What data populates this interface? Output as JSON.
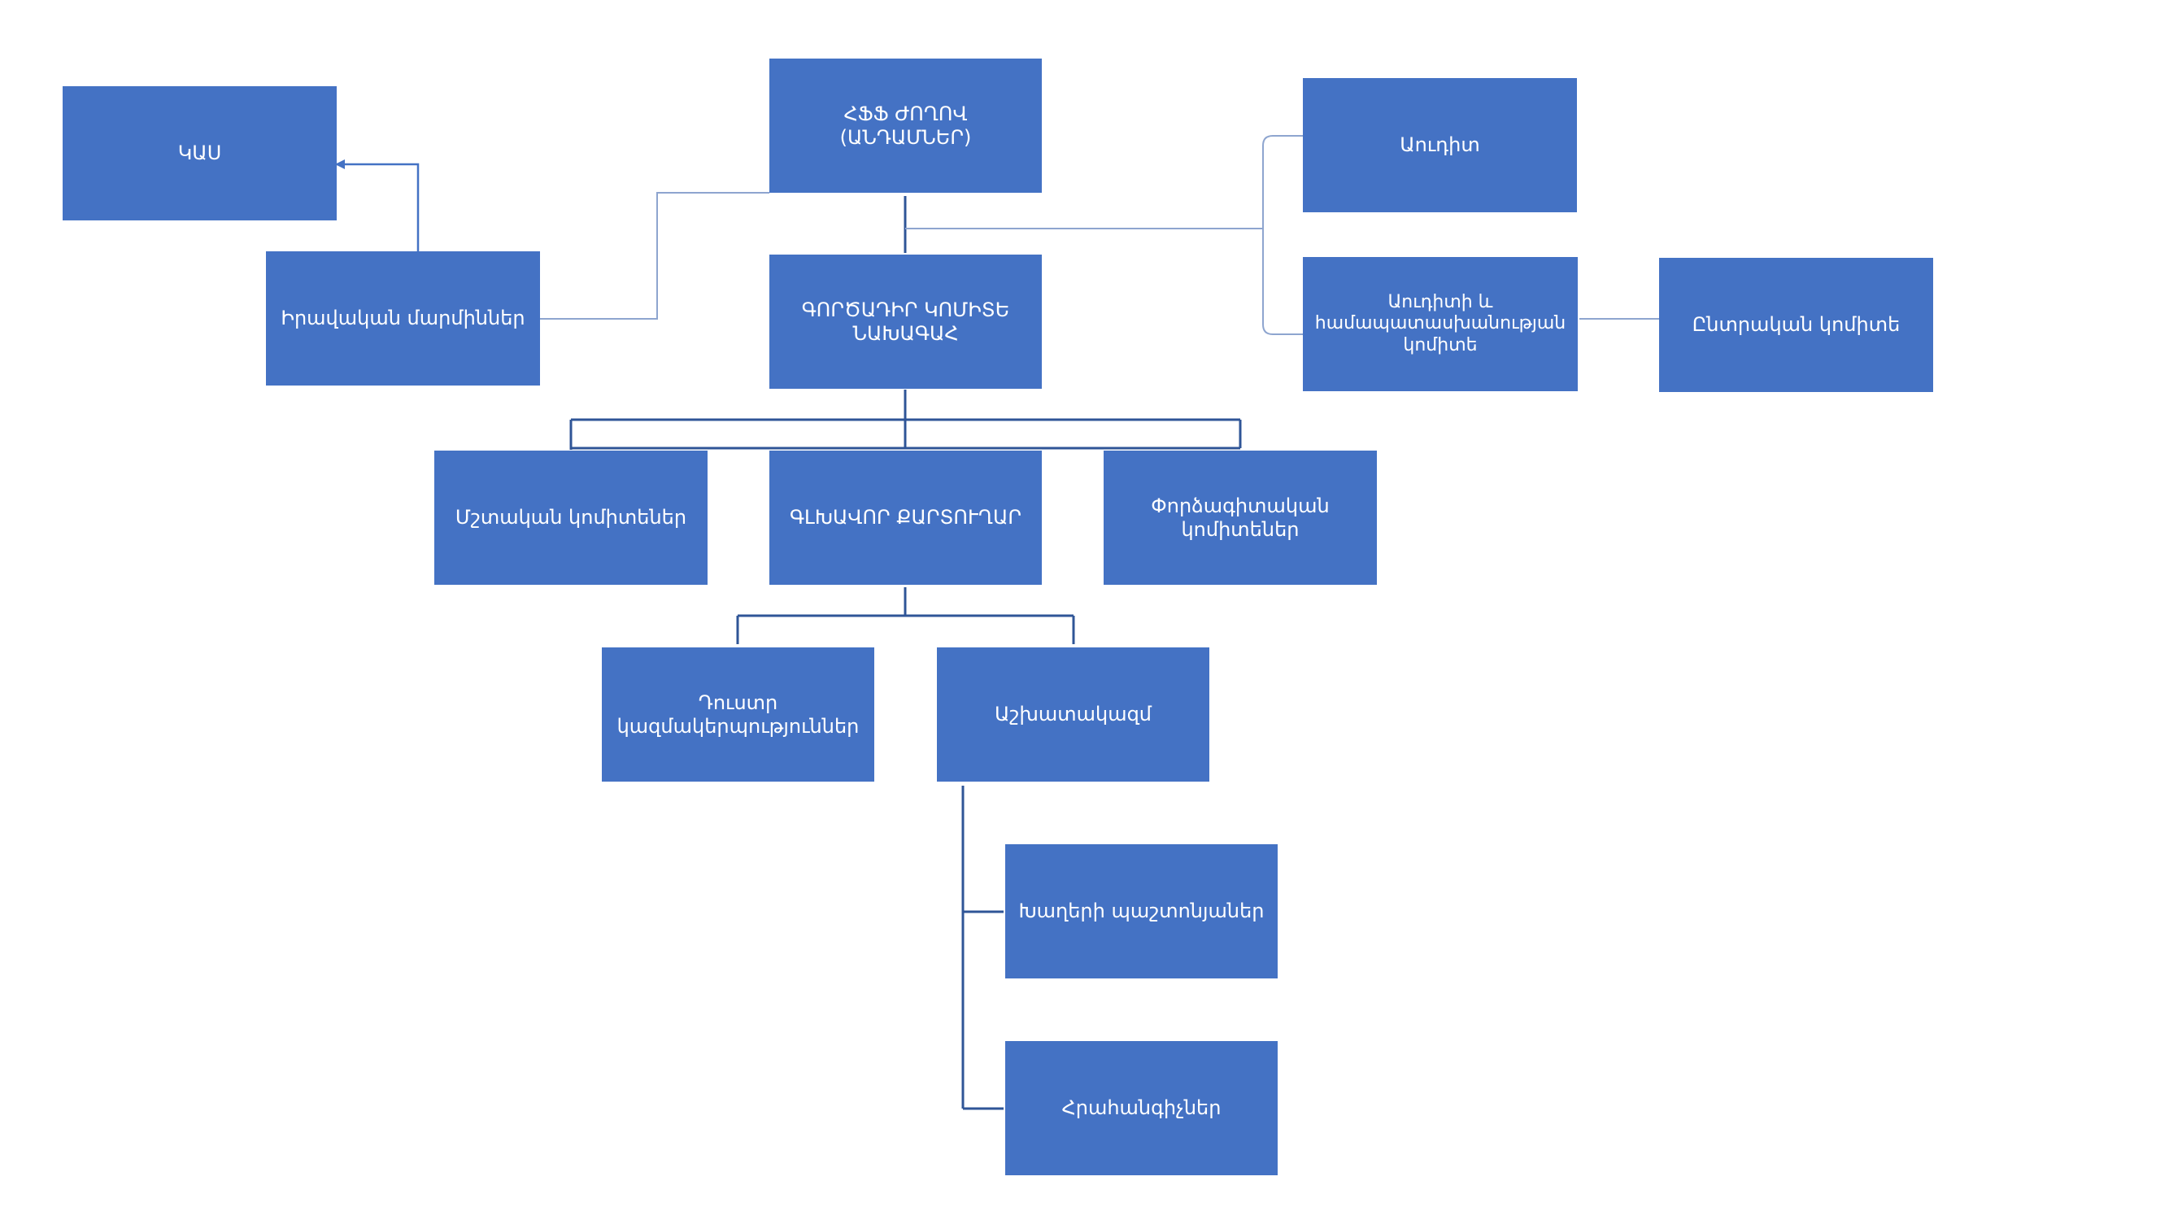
{
  "org_chart": {
    "colors": {
      "box_fill": "#4472c4",
      "box_text": "#ffffff",
      "connector_dark": "#2f5597",
      "connector_light": "#8ea5cf"
    },
    "boxes": {
      "kas": "ԿԱՍ",
      "general_assembly": "ՀՖՖ ԺՈՂՈՎ\n(ԱՆԴԱՄՆԵՐ)",
      "legal_bodies": "Իրավական մարմիններ",
      "executive_committee": "ԳՈՐԾԱԴԻՐ ԿՈՄԻՏԵ\nՆԱԽԱԳԱՀ",
      "audit": "Աուդիտ",
      "audit_compliance_committee": "Աուդիտի և\nհամապատասխանության\nկոմիտե",
      "electoral_committee": "Ընտրական կոմիտե",
      "standing_committees": "Մշտական կոմիտեներ",
      "general_secretariat": "ԳԼԽԱՎՈՐ ՔԱՐՏՈՒՂԱՐ",
      "expert_committees": "Փորձագիտական\nկոմիտեներ",
      "subsidiaries": "Դուստր\nկազմակերպություններ",
      "staff": "Աշխատակազմ",
      "match_officials": "Խաղերի պաշտոնյաներ",
      "coaches": "Հրահանգիչներ"
    }
  }
}
